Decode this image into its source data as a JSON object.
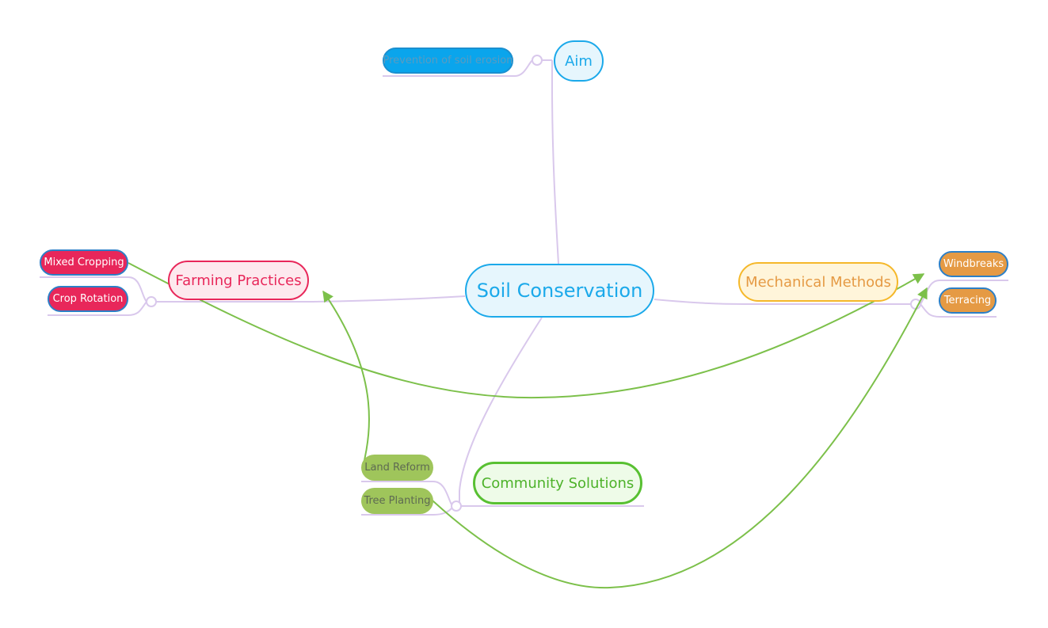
{
  "map": {
    "central": "Soil Conservation",
    "aim": {
      "label": "Aim",
      "children": [
        "Prevention of soil erosion"
      ]
    },
    "farming": {
      "label": "Farming Practices",
      "children": [
        "Mixed Cropping",
        "Crop Rotation"
      ]
    },
    "mechanical": {
      "label": "Mechanical Methods",
      "children": [
        "Windbreaks",
        "Terracing"
      ]
    },
    "community": {
      "label": "Community Solutions",
      "children": [
        "Land Reform",
        "Tree Planting"
      ]
    }
  },
  "colors": {
    "connector": "#d9c8ec",
    "relationship": "#7cc04a",
    "blue": "#1ba9ea",
    "red": "#e8275a",
    "orange": "#e59a44",
    "yellow_border": "#f5b82a",
    "green": "#58c032",
    "olive": "#9fc55b"
  }
}
